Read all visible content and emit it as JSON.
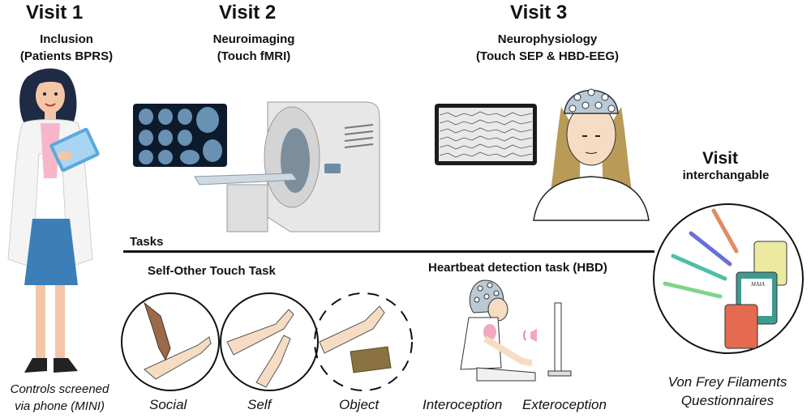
{
  "visit1": {
    "title": "Visit 1",
    "sub1": "Inclusion",
    "sub2": "(Patients BPRS)",
    "note1": "Controls screened",
    "note2": "via phone (MINI)"
  },
  "visit2": {
    "title": "Visit 2",
    "sub1": "Neuroimaging",
    "sub2": "(Touch fMRI)"
  },
  "visit3": {
    "title": "Visit 3",
    "sub1": "Neurophysiology",
    "sub2": "(Touch SEP & HBD-EEG)"
  },
  "visit4": {
    "title": "Visit",
    "sub": "interchangable",
    "label1": "Von Frey Filaments",
    "label2": "Questionnaires",
    "doc_text": "MAIA"
  },
  "tasks": {
    "header": "Tasks",
    "touch": {
      "title": "Self-Other Touch Task",
      "labels": [
        "Social",
        "Self",
        "Object"
      ]
    },
    "hbd": {
      "title": "Heartbeat detection task (HBD)",
      "labels": [
        "Interoception",
        "Exteroception"
      ]
    }
  },
  "colors": {
    "skin": "#f6dcc3",
    "eeg_cap": "#b9c9d6",
    "filament_colors": [
      "#e38b63",
      "#6b6fd8",
      "#4fbfa8",
      "#7dd688"
    ],
    "doc_colors": [
      "#eceaa1",
      "#3d9b8f",
      "#e56a4f"
    ]
  }
}
